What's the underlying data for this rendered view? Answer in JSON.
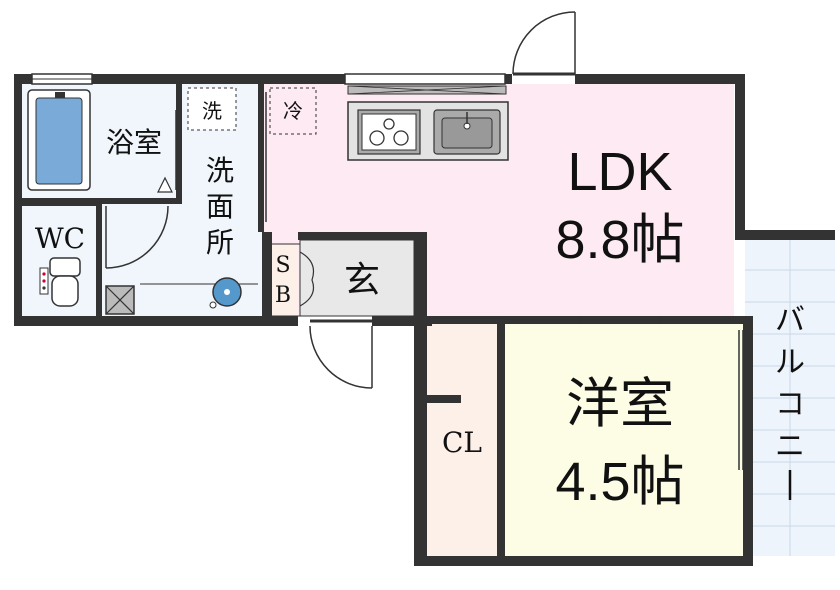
{
  "rooms": {
    "ldk": {
      "name": "LDK",
      "size": "8.8帖"
    },
    "western": {
      "name": "洋室",
      "size": "4.5帖"
    },
    "bath": {
      "name": "浴室"
    },
    "washroom": {
      "name": "洗面所",
      "chars": [
        "洗",
        "面",
        "所"
      ]
    },
    "toilet": {
      "name": "WC"
    },
    "entrance": {
      "name": "玄"
    },
    "shoebox": {
      "chars": [
        "S",
        "B"
      ]
    },
    "closet": {
      "name": "CL"
    },
    "balcony": {
      "name": "バルコニー",
      "chars": [
        "バ",
        "ル",
        "コ",
        "ニ",
        "ー"
      ]
    }
  },
  "fixtures": {
    "washer_mark": "洗",
    "fridge_mark": "冷"
  },
  "colors": {
    "wall": "#333333",
    "ldk": "#fdeaf2",
    "western": "#fdfde6",
    "closet": "#fdf0e8",
    "wet": "#f0f6fc",
    "entrance": "#e8e8e8",
    "balcony": "#eef4fb",
    "bathtub": "#7aaad8"
  }
}
